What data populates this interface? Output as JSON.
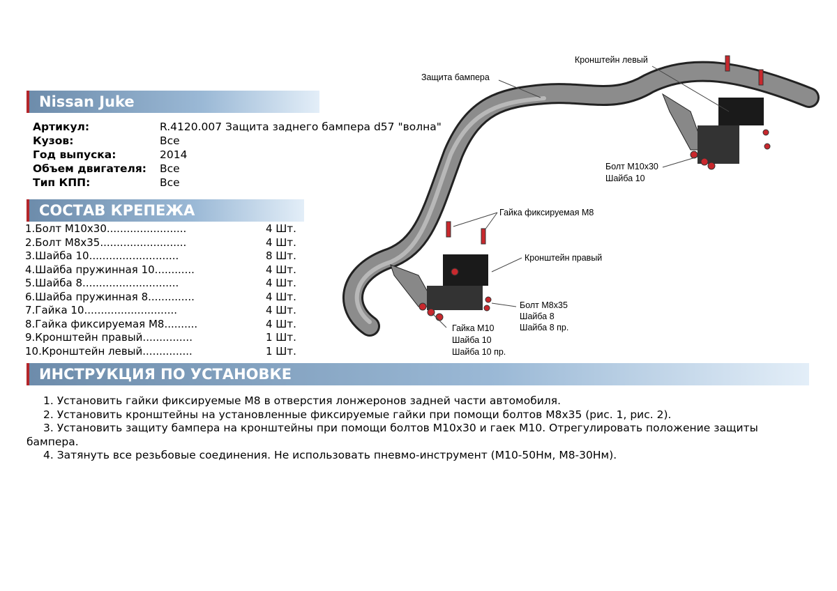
{
  "title": "Nissan Juke",
  "info": [
    {
      "key": "Артикул:",
      "value": "R.4120.007 Защита заднего бампера d57 \"волна\""
    },
    {
      "key": "Кузов:",
      "value": "Все"
    },
    {
      "key": "Год выпуска:",
      "value": "2014"
    },
    {
      "key": "Объем двигателя:",
      "value": "Все"
    },
    {
      "key": "Тип КПП:",
      "value": "Все"
    }
  ],
  "fasteners_title": "СОСТАВ КРЕПЕЖА",
  "fasteners": [
    {
      "name": "1.Болт М10х30........................",
      "qty": "4 Шт."
    },
    {
      "name": "2.Болт М8х35..........................",
      "qty": "4 Шт."
    },
    {
      "name": "3.Шайба 10...........................",
      "qty": "8 Шт."
    },
    {
      "name": "4.Шайба пружинная 10............",
      "qty": "4 Шт."
    },
    {
      "name": "5.Шайба 8.............................",
      "qty": "4 Шт."
    },
    {
      "name": "6.Шайба пружинная 8..............",
      "qty": "4 Шт."
    },
    {
      "name": "7.Гайка 10............................",
      "qty": "4 Шт."
    },
    {
      "name": "8.Гайка фиксируемая М8..........",
      "qty": "4 Шт."
    },
    {
      "name": "9.Кронштейн правый...............",
      "qty": "1 Шт."
    },
    {
      "name": "10.Кронштейн левый...............",
      "qty": "1 Шт."
    }
  ],
  "instructions_title": "ИНСТРУКЦИЯ ПО УСТАНОВКЕ",
  "instructions": [
    "1. Установить гайки фиксируемые М8 в отверстия лонжеронов задней части автомобиля.",
    "2. Установить кронштейны на установленные фиксируемые гайки при помощи болтов М8х35 (рис. 1, рис. 2).",
    "3. Установить защиту бампера на кронштейны при помощи болтов М10х30 и гаек М10. Отрегулировать положение защиты бампера.",
    "4. Затянуть все резьбовые соединения. Не использовать пневмо-инструмент (М10-50Нм, М8-30Нм)."
  ],
  "diagram": {
    "bumper": "Защита бампера",
    "left_bracket": "Кронштейн левый",
    "bolt_m10": "Болт М10х30",
    "washer_10": "Шайба 10",
    "nut_m8": "Гайка фиксируемая М8",
    "right_bracket": "Кронштейн правый",
    "bolt_m8": "Болт М8х35",
    "washer_8": "Шайба 8",
    "washer_8_spring": "Шайба 8 пр.",
    "nut_m10": "Гайка М10",
    "washer_10b": "Шайба 10",
    "washer_10_spring": "Шайба 10 пр."
  }
}
